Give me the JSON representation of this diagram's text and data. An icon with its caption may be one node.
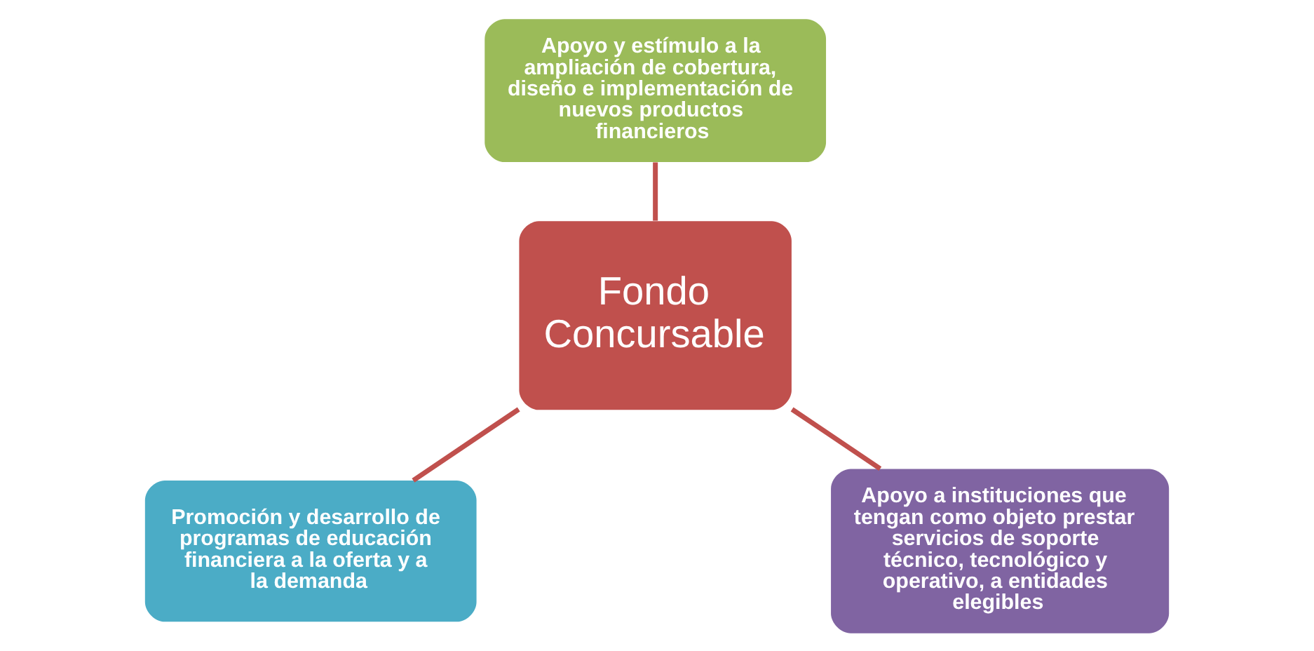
{
  "diagram": {
    "nodes": [
      {
        "text": [
          "Apoyo y estímulo a la ampliación de cobertura, diseño e implementación de nuevos productos financieros"
        ]
      },
      {
        "text": [
          "Fondo Concursable"
        ]
      },
      {
        "text": [
          "Promoción y desarrollo de programas de educación financiera a la oferta y a la demanda"
        ]
      },
      {
        "text": [
          "Apoyo a instituciones que tengan como objeto prestar servicios de soporte técnico, tecnológico y operativo, a entidades elegibles"
        ]
      }
    ],
    "edges": [
      {
        "from": 1,
        "to": 0,
        "arrow": "none"
      },
      {
        "from": 1,
        "to": 2,
        "arrow": "none"
      },
      {
        "from": 1,
        "to": 3,
        "arrow": "none"
      }
    ]
  }
}
